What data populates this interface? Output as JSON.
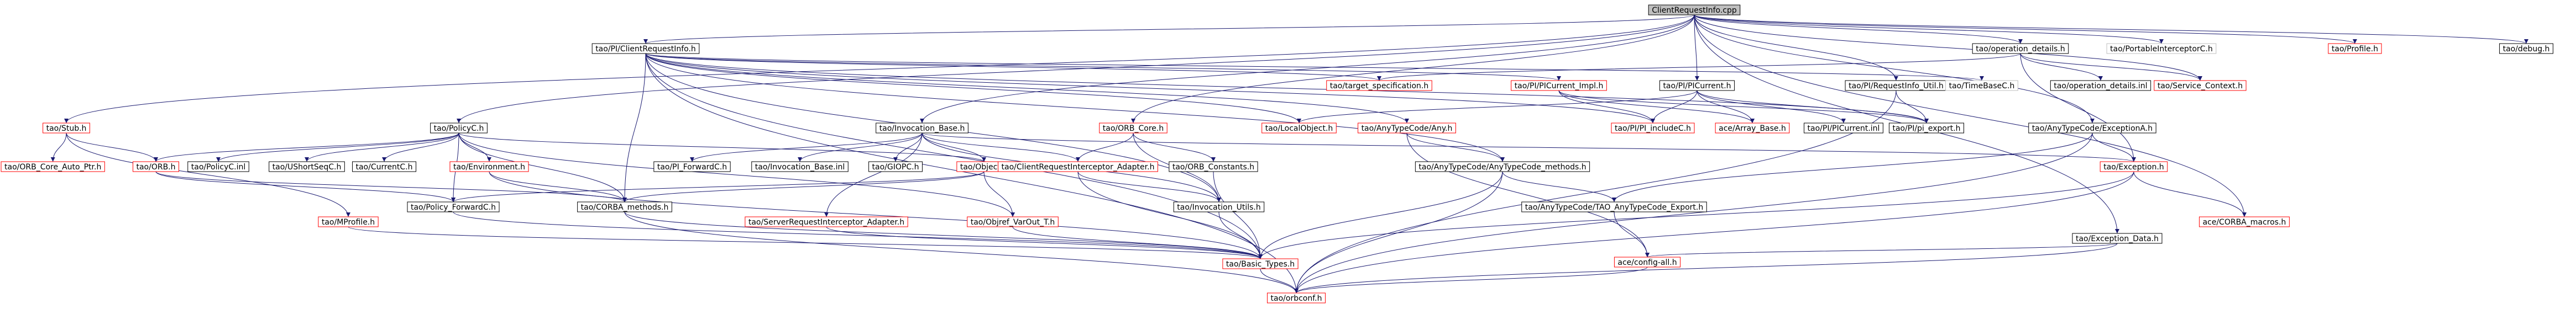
{
  "diagram": {
    "root": "ClientRequestInfo.cpp",
    "colors": {
      "node_fill": "#ffffff",
      "node_border_black": "#000000",
      "node_border_red": "#ff0000",
      "root_fill": "#bfbfbf",
      "edge": "#191970",
      "text": "#000000"
    },
    "nodes": [
      {
        "id": "root",
        "label": "ClientRequestInfo.cpp",
        "border": "black"
      },
      {
        "id": "cri_h",
        "label": "tao/PI/ClientRequestInfo.h",
        "border": "black"
      },
      {
        "id": "opdet_h",
        "label": "tao/operation_details.h",
        "border": "black"
      },
      {
        "id": "stub_h",
        "label": "tao/Stub.h",
        "border": "red"
      },
      {
        "id": "orbcore_h",
        "label": "tao/ORB_Core.h",
        "border": "red"
      },
      {
        "id": "invbase_h",
        "label": "tao/Invocation_Base.h",
        "border": "black"
      },
      {
        "id": "policyc_h",
        "label": "tao/PolicyC.h",
        "border": "black"
      },
      {
        "id": "pcurrent_h",
        "label": "tao/PI/PICurrent.h",
        "border": "black"
      },
      {
        "id": "riutil_h",
        "label": "tao/PI/RequestInfo_Util.h",
        "border": "black"
      },
      {
        "id": "portable_h",
        "label": "tao/PortableInterceptorC.h",
        "border": "none"
      },
      {
        "id": "profile_h",
        "label": "tao/Profile.h",
        "border": "red"
      },
      {
        "id": "debug_h",
        "label": "tao/debug.h",
        "border": "black"
      },
      {
        "id": "target_h",
        "label": "tao/target_specification.h",
        "border": "red"
      },
      {
        "id": "pcimpl_h",
        "label": "tao/PI/PICurrent_Impl.h",
        "border": "red"
      },
      {
        "id": "timebase_h",
        "label": "tao/TimeBaseC.h",
        "border": "none"
      },
      {
        "id": "opdet_inl",
        "label": "tao/operation_details.inl",
        "border": "black"
      },
      {
        "id": "svcctx_h",
        "label": "tao/Service_Context.h",
        "border": "red"
      },
      {
        "id": "orbcoreauto_h",
        "label": "tao/ORB_Core_Auto_Ptr.h",
        "border": "red"
      },
      {
        "id": "orb_h",
        "label": "tao/ORB.h",
        "border": "red"
      },
      {
        "id": "policyc_inl",
        "label": "tao/PolicyC.inl",
        "border": "black"
      },
      {
        "id": "ushortseq_h",
        "label": "tao/UShortSeqC.h",
        "border": "black"
      },
      {
        "id": "currentc_h",
        "label": "tao/CurrentC.h",
        "border": "black"
      },
      {
        "id": "env_h",
        "label": "tao/Environment.h",
        "border": "red"
      },
      {
        "id": "piforward_h",
        "label": "tao/PI_ForwardC.h",
        "border": "black"
      },
      {
        "id": "invbase_inl",
        "label": "tao/Invocation_Base.inl",
        "border": "black"
      },
      {
        "id": "giopc_h",
        "label": "tao/GIOPC.h",
        "border": "black"
      },
      {
        "id": "object_h",
        "label": "tao/Object.h",
        "border": "red"
      },
      {
        "id": "criadapter_h",
        "label": "tao/ClientRequestInterceptor_Adapter.h",
        "border": "red"
      },
      {
        "id": "orbconst_h",
        "label": "tao/ORB_Constants.h",
        "border": "black"
      },
      {
        "id": "localobj_h",
        "label": "tao/LocalObject.h",
        "border": "red"
      },
      {
        "id": "anyimpl_h",
        "label": "tao/AnyTypeCode/Any.h",
        "border": "red"
      },
      {
        "id": "anymeth_h",
        "label": "tao/AnyTypeCode/AnyTypeCode_methods.h",
        "border": "black"
      },
      {
        "id": "piinclude_h",
        "label": "tao/PI/PI_includeC.h",
        "border": "red"
      },
      {
        "id": "arraybase_h",
        "label": "ace/Array_Base.h",
        "border": "red"
      },
      {
        "id": "picurrent_inl",
        "label": "tao/PI/PICurrent.inl",
        "border": "black"
      },
      {
        "id": "piexport_h",
        "label": "tao/PI/pi_export.h",
        "border": "black"
      },
      {
        "id": "exca_h",
        "label": "tao/AnyTypeCode/ExceptionA.h",
        "border": "black"
      },
      {
        "id": "exception_h",
        "label": "tao/Exception.h",
        "border": "red"
      },
      {
        "id": "mprofile_h",
        "label": "tao/MProfile.h",
        "border": "red"
      },
      {
        "id": "policyfwd_h",
        "label": "tao/Policy_ForwardC.h",
        "border": "black"
      },
      {
        "id": "corbameth_h",
        "label": "tao/CORBA_methods.h",
        "border": "black"
      },
      {
        "id": "sriadapter_h",
        "label": "tao/ServerRequestInterceptor_Adapter.h",
        "border": "red"
      },
      {
        "id": "objref_h",
        "label": "tao/Objref_VarOut_T.h",
        "border": "red"
      },
      {
        "id": "invutils_h",
        "label": "tao/Invocation_Utils.h",
        "border": "black"
      },
      {
        "id": "taoexport_h",
        "label": "tao/AnyTypeCode/TAO_AnyTypeCode_Export.h",
        "border": "black"
      },
      {
        "id": "excdata_h",
        "label": "tao/Exception_Data.h",
        "border": "black"
      },
      {
        "id": "acecorba_h",
        "label": "ace/CORBA_macros.h",
        "border": "red"
      },
      {
        "id": "aceconfig_h",
        "label": "ace/config-all.h",
        "border": "red"
      },
      {
        "id": "basictypes_h",
        "label": "tao/Basic_Types.h",
        "border": "red"
      },
      {
        "id": "versioned_h",
        "label": "tao/orbconf.h",
        "border": "red"
      }
    ],
    "edges": [
      [
        "root",
        "cri_h"
      ],
      [
        "root",
        "opdet_h"
      ],
      [
        "root",
        "stub_h"
      ],
      [
        "root",
        "orbcore_h"
      ],
      [
        "root",
        "invbase_h"
      ],
      [
        "root",
        "policyc_h"
      ],
      [
        "root",
        "pcurrent_h"
      ],
      [
        "root",
        "riutil_h"
      ],
      [
        "root",
        "portable_h"
      ],
      [
        "root",
        "profile_h"
      ],
      [
        "root",
        "debug_h"
      ],
      [
        "root",
        "svcctx_h"
      ],
      [
        "root",
        "acecorba_h"
      ],
      [
        "root",
        "excdata_h"
      ],
      [
        "root",
        "exca_h"
      ],
      [
        "cri_h",
        "target_h"
      ],
      [
        "cri_h",
        "pcimpl_h"
      ],
      [
        "cri_h",
        "timebase_h"
      ],
      [
        "cri_h",
        "localobj_h"
      ],
      [
        "cri_h",
        "anyimpl_h"
      ],
      [
        "cri_h",
        "anymeth_h"
      ],
      [
        "cri_h",
        "piinclude_h"
      ],
      [
        "cri_h",
        "piexport_h"
      ],
      [
        "cri_h",
        "corbameth_h"
      ],
      [
        "cri_h",
        "invutils_h"
      ],
      [
        "cri_h",
        "basictypes_h"
      ],
      [
        "cri_h",
        "versioned_h"
      ],
      [
        "opdet_h",
        "opdet_inl"
      ],
      [
        "opdet_h",
        "svcctx_h"
      ],
      [
        "opdet_h",
        "target_h"
      ],
      [
        "opdet_h",
        "exception_h"
      ],
      [
        "stub_h",
        "orbcoreauto_h"
      ],
      [
        "stub_h",
        "orb_h"
      ],
      [
        "stub_h",
        "mprofile_h"
      ],
      [
        "orbcore_h",
        "criadapter_h"
      ],
      [
        "orbcore_h",
        "orbconst_h"
      ],
      [
        "orbcore_h",
        "invutils_h"
      ],
      [
        "invbase_h",
        "invbase_inl"
      ],
      [
        "invbase_h",
        "giopc_h"
      ],
      [
        "invbase_h",
        "object_h"
      ],
      [
        "invbase_h",
        "criadapter_h"
      ],
      [
        "invbase_h",
        "sriadapter_h"
      ],
      [
        "invbase_h",
        "exception_h"
      ],
      [
        "invbase_h",
        "piforward_h"
      ],
      [
        "invbase_h",
        "invutils_h"
      ],
      [
        "policyc_h",
        "policyc_inl"
      ],
      [
        "policyc_h",
        "ushortseq_h"
      ],
      [
        "policyc_h",
        "currentc_h"
      ],
      [
        "policyc_h",
        "env_h"
      ],
      [
        "policyc_h",
        "orb_h"
      ],
      [
        "policyc_h",
        "object_h"
      ],
      [
        "policyc_h",
        "policyfwd_h"
      ],
      [
        "policyc_h",
        "corbameth_h"
      ],
      [
        "policyc_h",
        "objref_h"
      ],
      [
        "pcurrent_h",
        "piinclude_h"
      ],
      [
        "pcurrent_h",
        "arraybase_h"
      ],
      [
        "pcurrent_h",
        "picurrent_inl"
      ],
      [
        "pcurrent_h",
        "piexport_h"
      ],
      [
        "pcurrent_h",
        "localobj_h"
      ],
      [
        "riutil_h",
        "piexport_h"
      ],
      [
        "riutil_h",
        "timebase_h"
      ],
      [
        "riutil_h",
        "versioned_h"
      ],
      [
        "pcimpl_h",
        "piinclude_h"
      ],
      [
        "pcimpl_h",
        "arraybase_h"
      ],
      [
        "pcimpl_h",
        "piexport_h"
      ],
      [
        "anyimpl_h",
        "anymeth_h"
      ],
      [
        "anyimpl_h",
        "aceconfig_h"
      ],
      [
        "anymeth_h",
        "taoexport_h"
      ],
      [
        "anymeth_h",
        "basictypes_h"
      ],
      [
        "anymeth_h",
        "versioned_h"
      ],
      [
        "exca_h",
        "exception_h"
      ],
      [
        "exca_h",
        "taoexport_h"
      ],
      [
        "exca_h",
        "versioned_h"
      ],
      [
        "exception_h",
        "acecorba_h"
      ],
      [
        "exception_h",
        "basictypes_h"
      ],
      [
        "exception_h",
        "versioned_h"
      ],
      [
        "excdata_h",
        "aceconfig_h"
      ],
      [
        "excdata_h",
        "versioned_h"
      ],
      [
        "orb_h",
        "policyfwd_h"
      ],
      [
        "orb_h",
        "corbameth_h"
      ],
      [
        "env_h",
        "corbameth_h"
      ],
      [
        "env_h",
        "basictypes_h"
      ],
      [
        "object_h",
        "policyfwd_h"
      ],
      [
        "object_h",
        "corbameth_h"
      ],
      [
        "object_h",
        "objref_h"
      ],
      [
        "criadapter_h",
        "invutils_h"
      ],
      [
        "criadapter_h",
        "basictypes_h"
      ],
      [
        "orbconst_h",
        "basictypes_h"
      ],
      [
        "invutils_h",
        "basictypes_h"
      ],
      [
        "mprofile_h",
        "basictypes_h"
      ],
      [
        "policyfwd_h",
        "basictypes_h"
      ],
      [
        "corbameth_h",
        "basictypes_h"
      ],
      [
        "corbameth_h",
        "versioned_h"
      ],
      [
        "sriadapter_h",
        "basictypes_h"
      ],
      [
        "objref_h",
        "basictypes_h"
      ],
      [
        "taoexport_h",
        "aceconfig_h"
      ],
      [
        "basictypes_h",
        "versioned_h"
      ],
      [
        "aceconfig_h",
        "versioned_h"
      ]
    ]
  }
}
